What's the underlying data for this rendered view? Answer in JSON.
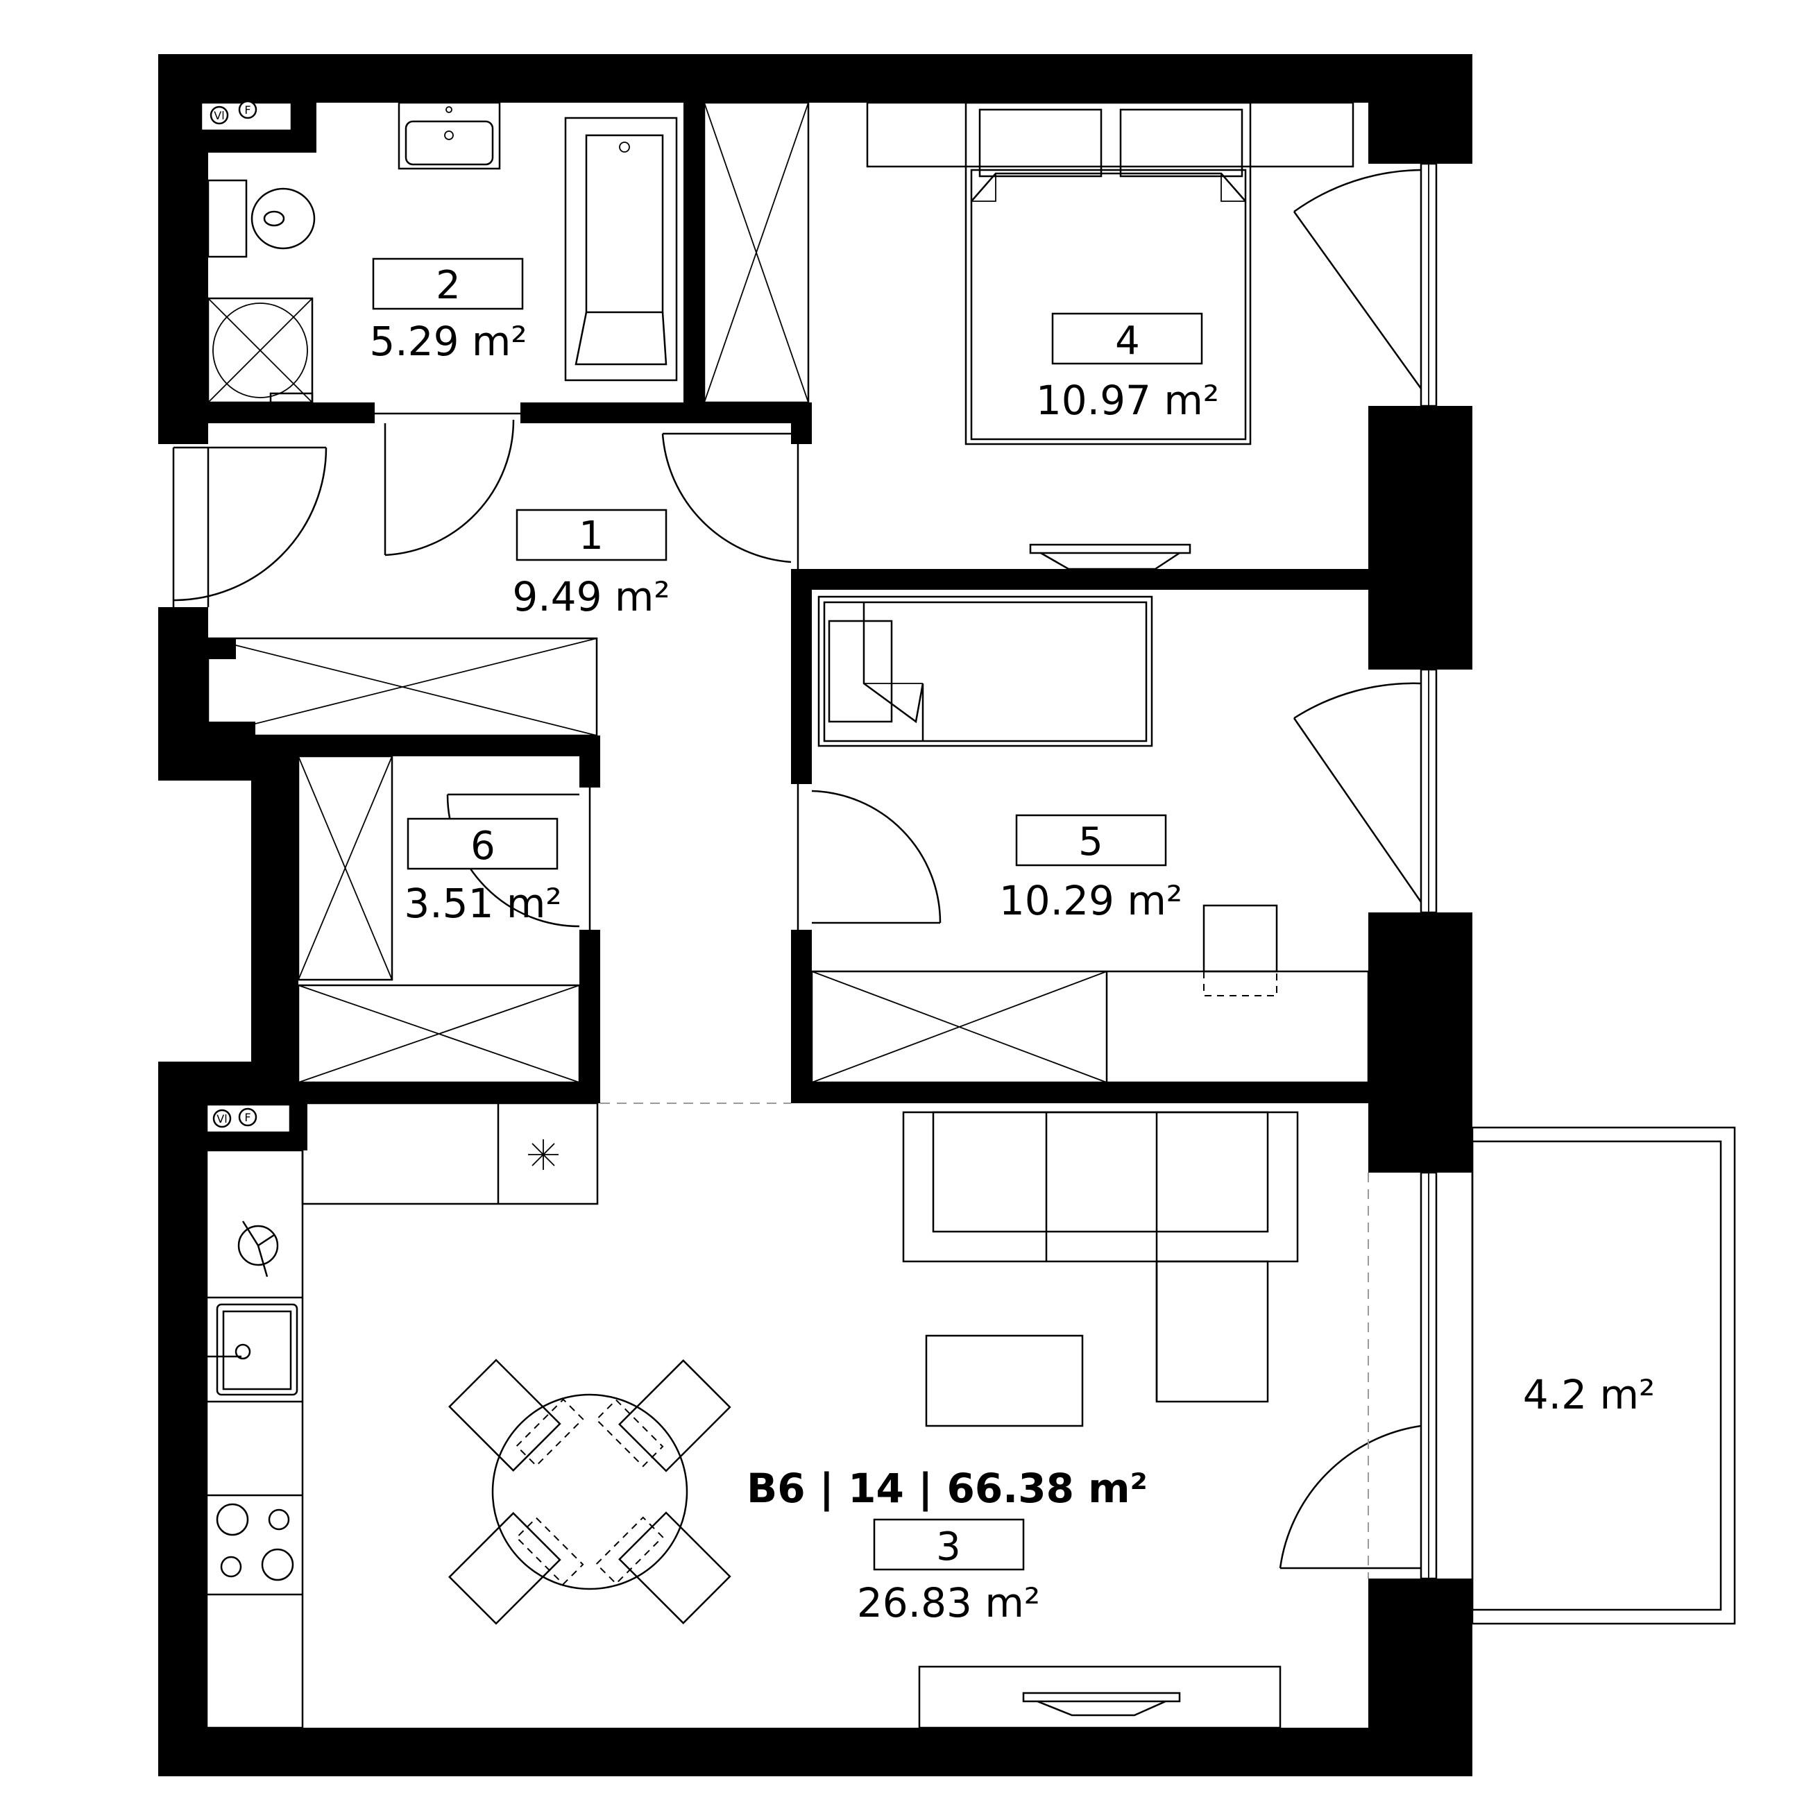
{
  "apartment": {
    "title": "B6 | 14 | 66.38 m²"
  },
  "rooms": [
    {
      "number": "1",
      "area": "9.49 m²"
    },
    {
      "number": "2",
      "area": "5.29 m²"
    },
    {
      "number": "3",
      "area": "26.83 m²"
    },
    {
      "number": "4",
      "area": "10.97 m²"
    },
    {
      "number": "5",
      "area": "10.29 m²"
    },
    {
      "number": "6",
      "area": "3.51 m²"
    }
  ],
  "balcony": {
    "area": "4.2 m²"
  },
  "shaft_symbols": {
    "vent": "Vl",
    "flue": "F"
  }
}
